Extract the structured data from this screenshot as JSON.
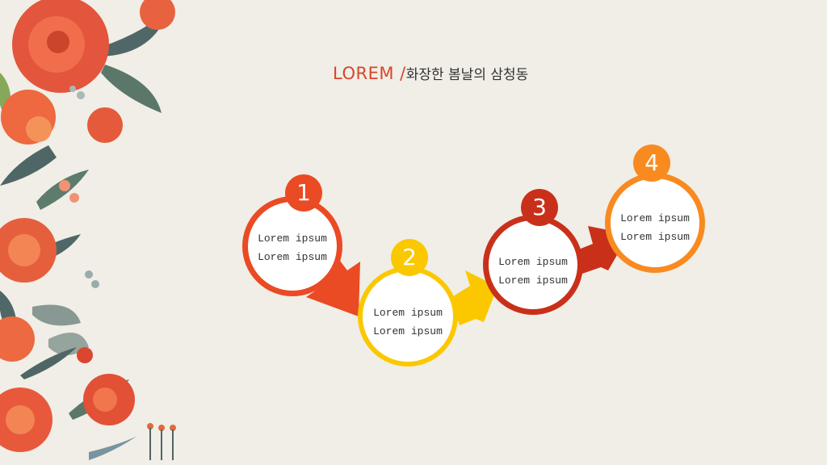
{
  "title": {
    "accent": "LOREM /",
    "subtitle": "화장한 봄날의 삼청동"
  },
  "colors": {
    "step1": "#ea4a24",
    "step2": "#fbc800",
    "step3": "#c9301a",
    "step4": "#f98a20",
    "background": "#f0eee6"
  },
  "steps": [
    {
      "number": "1",
      "line1": "Lorem ipsum",
      "line2": "Lorem ipsum"
    },
    {
      "number": "2",
      "line1": "Lorem ipsum",
      "line2": "Lorem ipsum"
    },
    {
      "number": "3",
      "line1": "Lorem ipsum",
      "line2": "Lorem ipsum"
    },
    {
      "number": "4",
      "line1": "Lorem ipsum",
      "line2": "Lorem ipsum"
    }
  ]
}
